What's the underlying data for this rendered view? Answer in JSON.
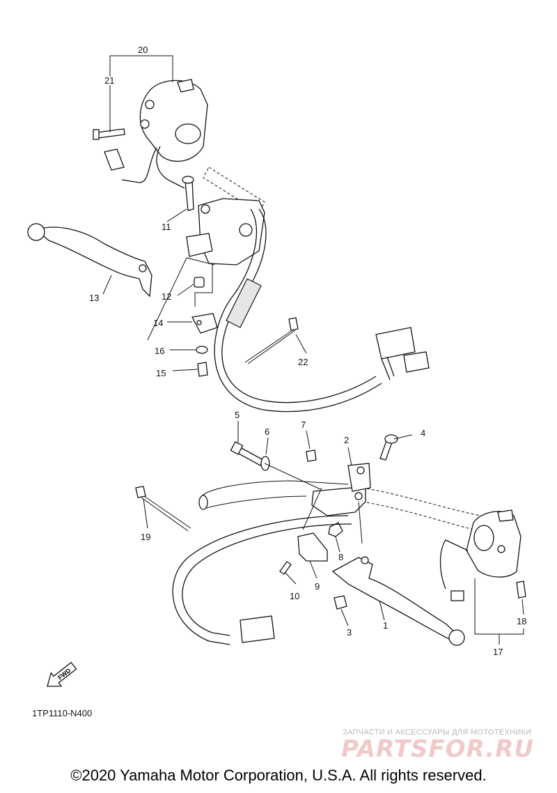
{
  "callouts": {
    "c1": "1",
    "c2": "2",
    "c3": "3",
    "c4": "4",
    "c5": "5",
    "c6": "6",
    "c7": "7",
    "c8": "8",
    "c9": "9",
    "c10": "10",
    "c11": "11",
    "c12": "12",
    "c13": "13",
    "c14": "14",
    "c15": "15",
    "c16": "16",
    "c17": "17",
    "c18": "18",
    "c19": "19",
    "c20": "20",
    "c21": "21",
    "c22": "22"
  },
  "fwd_label": "FWD",
  "reference_code": "1TP1110-N400",
  "watermark": {
    "tagline": "ЗАПЧАСТИ И АКСЕССУАРЫ ДЛЯ МОТОТЕХНИКИ",
    "logo": "PARTSFOR.RU"
  },
  "copyright": "©2020 Yamaha Motor Corporation, U.S.A. All rights reserved."
}
